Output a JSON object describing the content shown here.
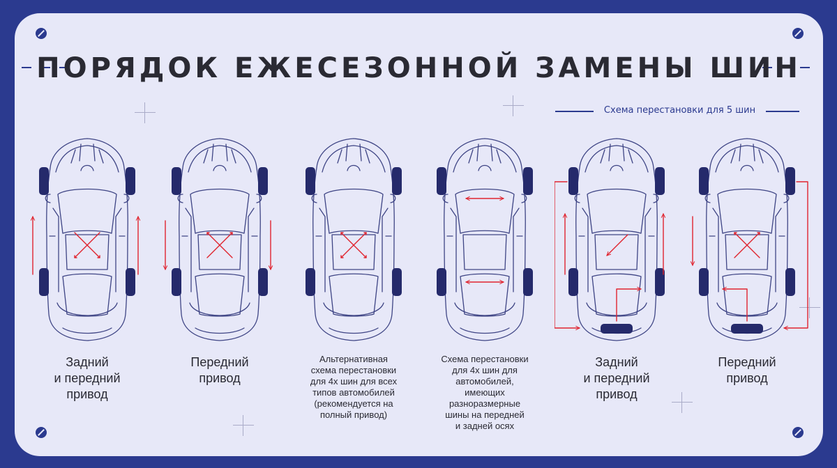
{
  "title": "ПОРЯДОК ЕЖЕСЕЗОННОЙ ЗАМЕНЫ ШИН",
  "note": "Схема перестановки для 5 шин",
  "captions": [
    "Задний\nи передний\nпривод",
    "Передний\nпривод",
    "Альтернативная\nсхема перестановки\nдля 4х шин для всех\nтипов автомобилей\n(рекомендуется на\nполный привод)",
    "Схема перестановки\nдля 4х шин для\nавтомобилей,\nимеющих\nразноразмерные\nшины на передней\nи задней осях",
    "Задний\nи передний\nпривод",
    "Передний\nпривод"
  ],
  "colors": {
    "background": "#2b3a8f",
    "card": "#e7e8f8",
    "outline": "#3f4585",
    "tire": "#252a6b",
    "arrow": "#e0242f",
    "text": "#2a2a33",
    "accent": "#2b3a8f"
  }
}
